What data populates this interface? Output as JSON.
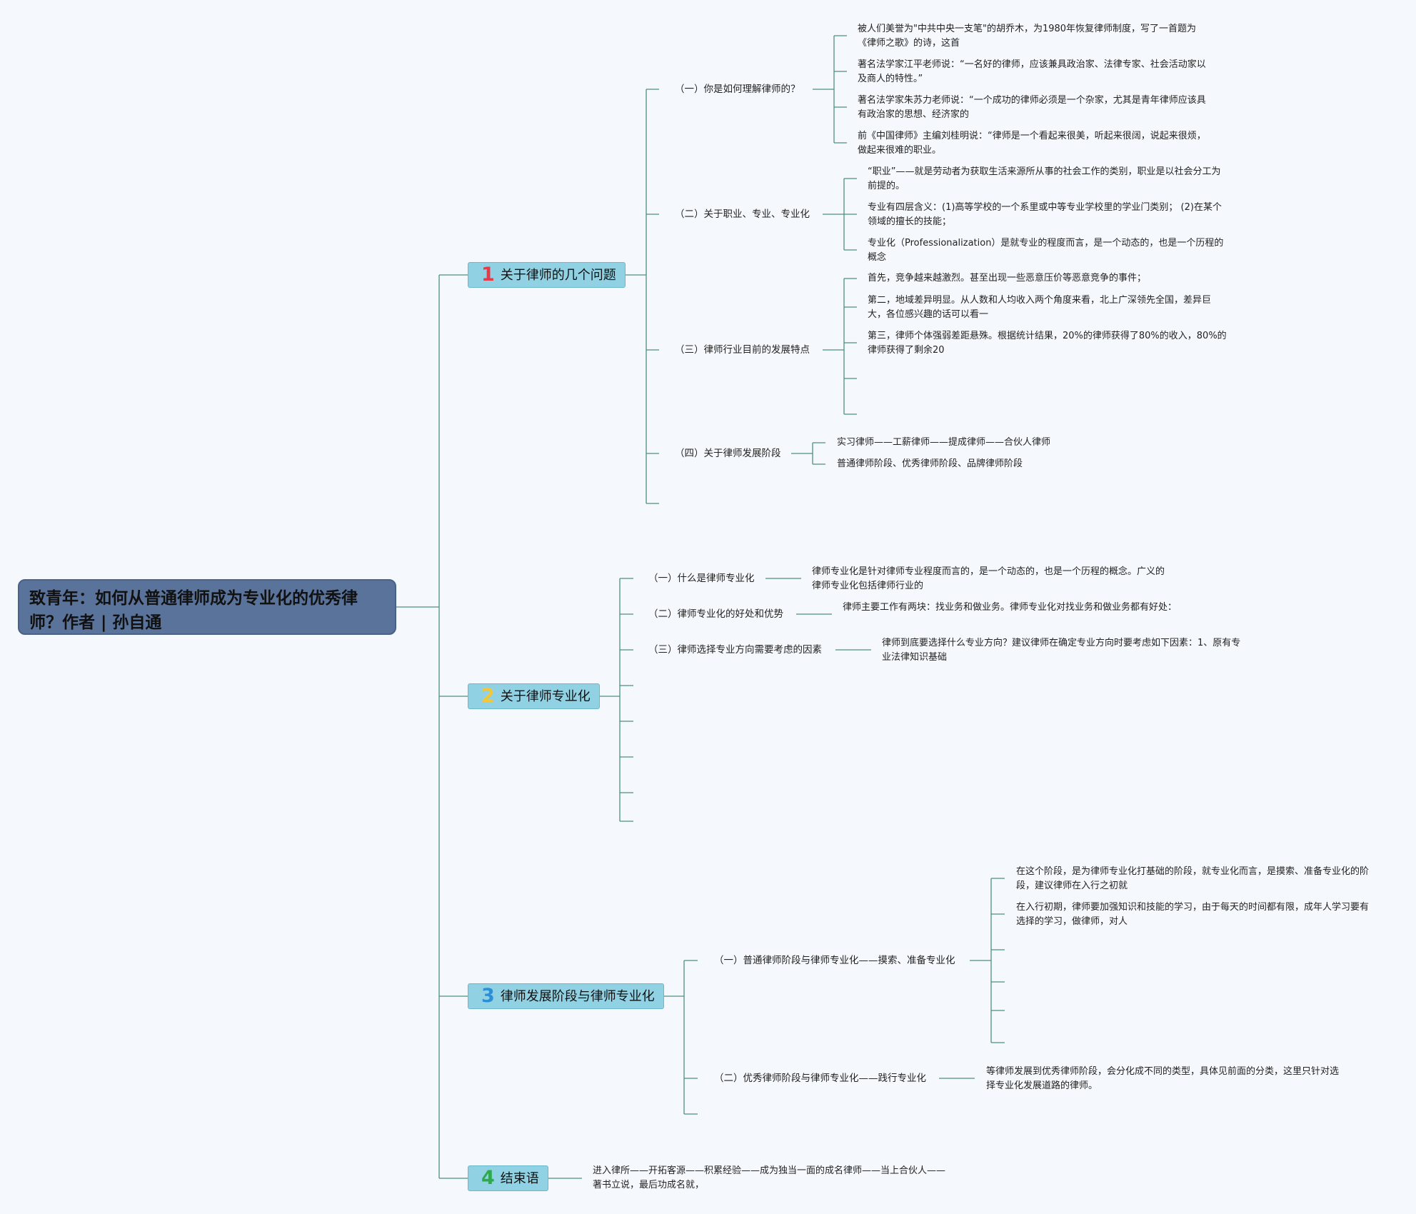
{
  "root": {
    "title_line1": "致青年：如何从普通律师成为专业化的优秀律",
    "title_line2": "师？作者 | 孙自通"
  },
  "branches": [
    {
      "number": "1",
      "number_color": "#e23b4a",
      "label": "关于律师的几个问题",
      "subtopics": [
        {
          "label": "（一）你是如何理解律师的？",
          "details": [
            "被人们美誉为\"中共中央一支笔\"的胡乔木，为1980年恢复律师制度，写了一首题为《律师之歌》的诗，这首",
            "著名法学家江平老师说：“一名好的律师，应该兼具政治家、法律专家、社会活动家以及商人的特性。”",
            "著名法学家朱苏力老师说：“一个成功的律师必须是一个杂家，尤其是青年律师应该具有政治家的思想、经济家的",
            "前《中国律师》主编刘桂明说：“律师是一个看起来很美，听起来很阔，说起来很烦，做起来很难的职业。"
          ]
        },
        {
          "label": "（二）关于职业、专业、专业化",
          "details": [
            "“职业”——就是劳动者为获取生活来源所从事的社会工作的类别，职业是以社会分工为前提的。",
            "专业有四层含义：(1)高等学校的一个系里或中等专业学校里的学业门类别； (2)在某个领域的擅长的技能；",
            "专业化（Professionalization）是就专业的程度而言，是一个动态的，也是一个历程的概念"
          ]
        },
        {
          "label": "（三）律师行业目前的发展特点",
          "details": [
            "首先，竞争越来越激烈。甚至出现一些恶意压价等恶意竞争的事件；",
            "第二，地域差异明显。从人数和人均收入两个角度来看，北上广深领先全国，差异巨大，各位感兴趣的话可以看一",
            "第三，律师个体强弱差距悬殊。根据统计结果，20%的律师获得了80%的收入，80%的律师获得了剩余20"
          ]
        },
        {
          "label": "（四）关于律师发展阶段",
          "details": [
            "实习律师——工薪律师——提成律师——合伙人律师",
            "普通律师阶段、优秀律师阶段、品牌律师阶段"
          ]
        }
      ]
    },
    {
      "number": "2",
      "number_color": "#f2c73a",
      "label": "关于律师专业化",
      "subtopics": [
        {
          "label": "（一）什么是律师专业化",
          "details": [
            "律师专业化是针对律师专业程度而言的，是一个动态的，也是一个历程的概念。广义的律师专业化包括律师行业的"
          ]
        },
        {
          "label": "（二）律师专业化的好处和优势",
          "details": [
            "律师主要工作有两块：找业务和做业务。律师专业化对找业务和做业务都有好处："
          ]
        },
        {
          "label": "（三）律师选择专业方向需要考虑的因素",
          "details": [
            "律师到底要选择什么专业方向？建议律师在确定专业方向时要考虑如下因素：1、原有专业法律知识基础"
          ]
        }
      ]
    },
    {
      "number": "3",
      "number_color": "#2a8fd6",
      "label": "律师发展阶段与律师专业化",
      "subtopics": [
        {
          "label": "（一）普通律师阶段与律师专业化——摸索、准备专业化",
          "details": [
            "在这个阶段，是为律师专业化打基础的阶段，就专业化而言，是摸索、准备专业化的阶段，建议律师在入行之初就",
            "在入行初期，律师要加强知识和技能的学习，由于每天的时间都有限，成年人学习要有选择的学习，做律师，对人"
          ]
        },
        {
          "label": "（二）优秀律师阶段与律师专业化——践行专业化",
          "details": [
            "等律师发展到优秀律师阶段，会分化成不同的类型，具体见前面的分类，这里只针对选择专业化发展道路的律师。"
          ]
        }
      ]
    },
    {
      "number": "4",
      "number_color": "#2fa84f",
      "label": "结束语",
      "subtopics": [],
      "details": [
        "进入律所——开拓客源——积累经验——成为独当一面的成名律师——当上合伙人——著书立说，最后功成名就，"
      ]
    }
  ]
}
